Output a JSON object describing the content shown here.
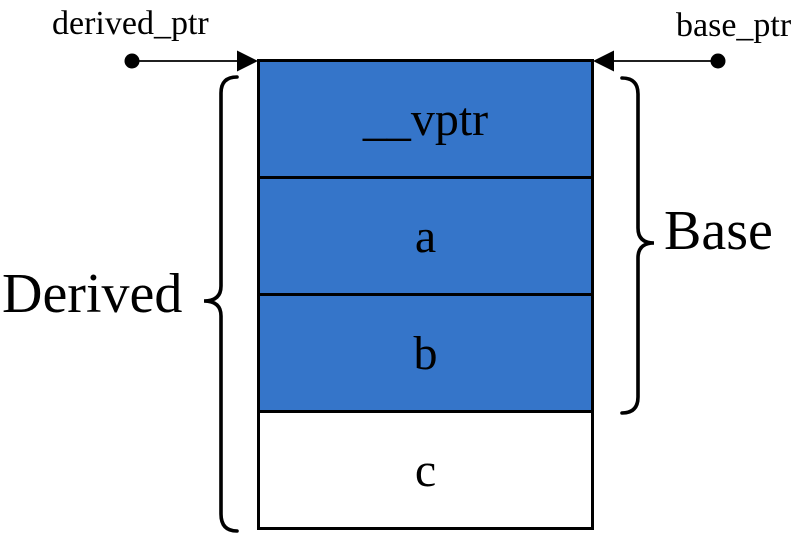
{
  "pointers": {
    "derived": {
      "label": "derived_ptr"
    },
    "base": {
      "label": "base_ptr"
    }
  },
  "box": {
    "cells": [
      {
        "label": "__vptr",
        "highlighted": true
      },
      {
        "label": "a",
        "highlighted": true
      },
      {
        "label": "b",
        "highlighted": true
      },
      {
        "label": "c",
        "highlighted": false
      }
    ]
  },
  "groups": {
    "derived": {
      "label": "Derived"
    },
    "base": {
      "label": "Base"
    }
  },
  "colors": {
    "cell_fill": "#3575C9",
    "line": "#000000",
    "background": "#FFFFFF"
  }
}
